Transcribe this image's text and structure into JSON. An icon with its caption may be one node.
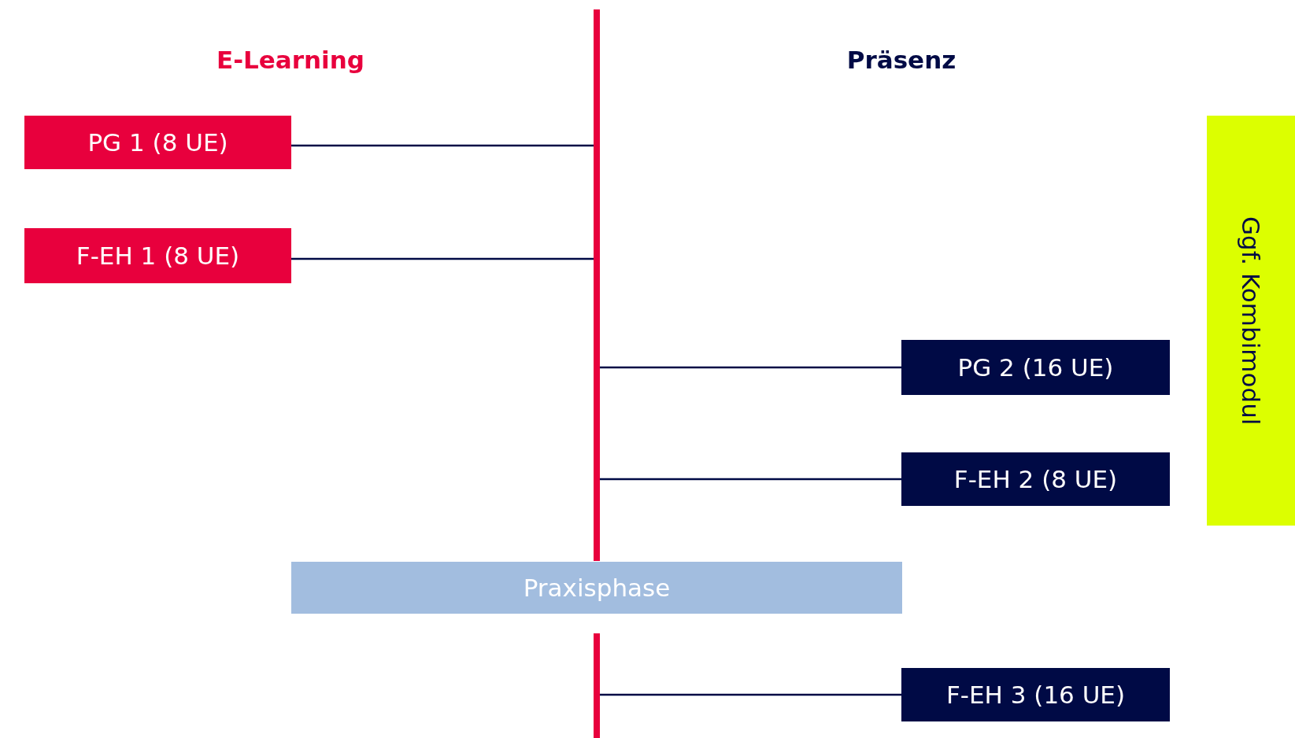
{
  "diagram": {
    "nodes": [
      {
        "text": [
          "PG 1 (8 UE)"
        ]
      },
      {
        "text": [
          "F-EH 1 (8 UE)"
        ]
      },
      {
        "text": [
          "PG 2 (16 UE)"
        ]
      },
      {
        "text": [
          "F-EH 2 (8 UE)"
        ]
      },
      {
        "text": [
          "Praxisphase"
        ]
      },
      {
        "text": [
          "F-EH 3 (16 UE)"
        ]
      },
      {
        "text": [
          "Ggf. Kombimodul"
        ]
      },
      {
        "text": [],
        "shape": "bar"
      },
      {
        "text": [],
        "shape": "bar"
      }
    ],
    "edges": [
      {
        "from": 0,
        "to": 7,
        "arrow": "none"
      },
      {
        "from": 1,
        "to": 7,
        "arrow": "none"
      },
      {
        "from": 2,
        "to": 7,
        "arrow": "none"
      },
      {
        "from": 3,
        "to": 7,
        "arrow": "none"
      },
      {
        "from": 5,
        "to": 8,
        "arrow": "none"
      }
    ],
    "labels": [
      "E-Learning",
      "Präsenz"
    ]
  }
}
